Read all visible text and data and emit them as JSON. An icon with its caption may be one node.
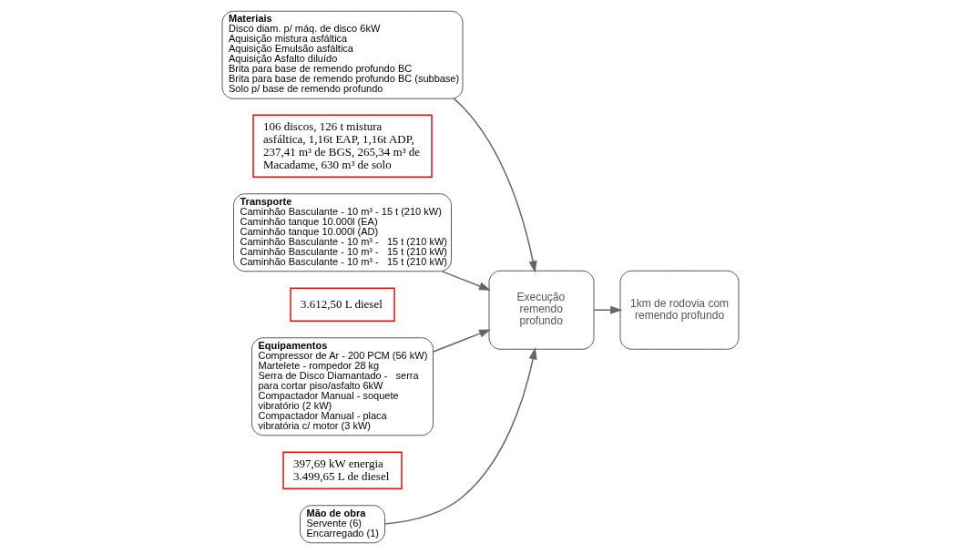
{
  "diagram": {
    "nodes": [
      {
        "text": [
          "Materiais",
          "Disco diam. p/ máq. de disco 6kW",
          "Aquisição mistura asfáltica",
          "Aquisição Emulsão asfáltica",
          "Aquisição Asfalto diluído",
          "Brita para base de remendo profundo BC",
          "Brita para base de remendo profundo BC (subbase)",
          "Solo p/ base de remendo profundo"
        ]
      },
      {
        "text": [
          "106 discos, 126 t mistura asfáltica, 1,16t EAP, 1,16t ADP, 237,41 m³ de BGS, 265,34 m³ de Macadame, 630 m³ de solo"
        ]
      },
      {
        "text": [
          "Transporte",
          "Caminhão Basculante - 10 m³ - 15 t (210 kW)",
          "Caminhão tanque 10.000l (EA)",
          "Caminhão tanque 10.000l (AD)",
          "Caminhão Basculante - 10 m³ -   15 t (210 kW)",
          "Caminhão Basculante - 10 m³ -   15 t (210 kW)",
          "Caminhão Basculante - 10 m³ -   15 t (210 kW)"
        ]
      },
      {
        "text": [
          "3.612,50 L diesel"
        ]
      },
      {
        "text": [
          "Equipamentos",
          "Compressor de Ar - 200 PCM (56 kW)",
          "Martelete - rompedor 28 kg",
          "Serra de Disco Diamantado -   serra para cortar piso/asfalto 6kW",
          "Compactador Manual - soquete vibratório (2 kW)",
          "Compactador Manual - placa vibratória c/ motor (3 kW)"
        ]
      },
      {
        "text": [
          "397,69 kW energia",
          "3.499,65 L de diesel"
        ]
      },
      {
        "text": [
          "Execução remendo profundo"
        ]
      },
      {
        "text": [
          "1km de rodovia com remendo profundo"
        ]
      },
      {
        "text": [
          "Mão de obra",
          "Servente (6)",
          "Encarregado (1)"
        ]
      }
    ],
    "edges": [
      {
        "from": 0,
        "to": 6,
        "arrow": "to"
      },
      {
        "from": 2,
        "to": 6,
        "arrow": "to"
      },
      {
        "from": 4,
        "to": 6,
        "arrow": "to"
      },
      {
        "from": 8,
        "to": 6,
        "arrow": "to"
      },
      {
        "from": 6,
        "to": 7,
        "arrow": "to"
      }
    ]
  }
}
